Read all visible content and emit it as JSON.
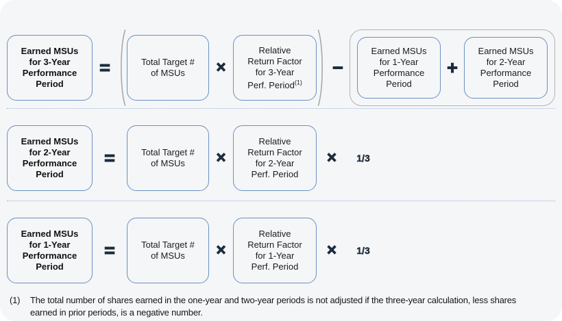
{
  "canvas": {
    "background": "#f5f6f7",
    "outer_background": "#ffffff",
    "box_border_color": "#6a90c5",
    "group_border_color": "#b0b3b6",
    "operator_color": "#1c2b3d",
    "separator_color": "#9db4d6"
  },
  "formulas": [
    {
      "name": "three-year",
      "result": "Earned MSUs\nfor 3-Year\nPerformance\nPeriod",
      "equals": "=",
      "open_paren": "(",
      "total_target": "Total Target #\nof MSUs",
      "times": "×",
      "factor_lines": "Relative\nReturn Factor\nfor 3-Year",
      "factor_last_line": "Perf. Period",
      "footnote_ref": "(1)",
      "close_paren": ")",
      "minus": "−",
      "subtrahend_group": {
        "first": "Earned MSUs\nfor 1-Year\nPerformance\nPeriod",
        "plus": "+",
        "second": "Earned MSUs\nfor 2-Year\nPerformance\nPeriod"
      }
    },
    {
      "name": "two-year",
      "result": "Earned MSUs\nfor 2-Year\nPerformance\nPeriod",
      "equals": "=",
      "total_target": "Total Target #\nof MSUs",
      "times": "×",
      "factor": "Relative\nReturn Factor\nfor 2-Year\nPerf. Period",
      "times2": "×",
      "fraction": "1/3"
    },
    {
      "name": "one-year",
      "result": "Earned MSUs\nfor 1-Year\nPerformance\nPeriod",
      "equals": "=",
      "total_target": "Total Target #\nof MSUs",
      "times": "×",
      "factor": "Relative\nReturn Factor\nfor 1-Year\nPerf. Period",
      "times2": "×",
      "fraction": "1/3"
    }
  ],
  "footnote": {
    "marker": "(1)",
    "text": "The total number of shares earned in the one-year and two-year periods is not adjusted if the three-year calculation, less shares earned in prior periods, is a negative number."
  }
}
